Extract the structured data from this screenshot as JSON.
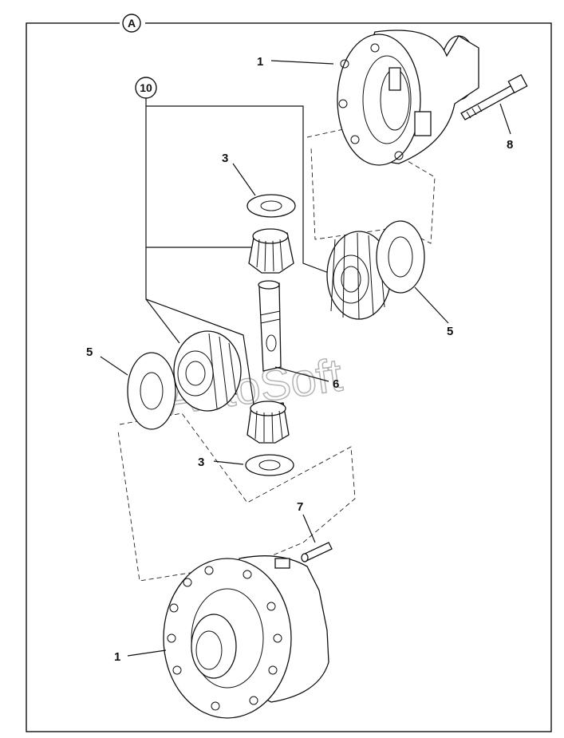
{
  "view_label": "A",
  "assembly_label": "10",
  "watermark": "AutoSoft",
  "callouts": {
    "case_top": "1",
    "case_bottom": "1",
    "pinion_washer_top": "3",
    "pinion_washer_bottom": "3",
    "side_washer_right": "5",
    "side_washer_left": "5",
    "pinion_shaft": "6",
    "lock_pin": "7",
    "bolt": "8"
  },
  "icons": {
    "case": "differential-case-icon",
    "gear": "gear-icon",
    "washer": "washer-icon",
    "shaft": "shaft-icon",
    "pin": "pin-icon",
    "bolt": "bolt-icon"
  }
}
